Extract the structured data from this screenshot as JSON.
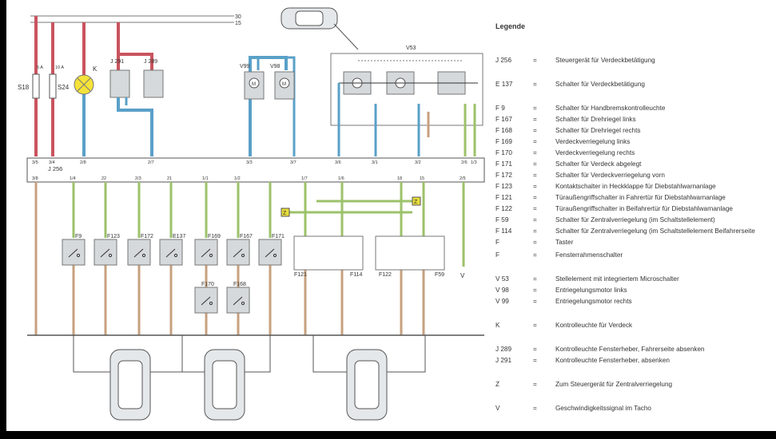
{
  "rails": {
    "top": "30",
    "second": "15"
  },
  "fuses": [
    {
      "id": "S18",
      "rating": "5 A"
    },
    {
      "id": "S24",
      "rating": "10 A"
    }
  ],
  "lamp": "K",
  "relays": [
    "J 291",
    "J 289"
  ],
  "motors": [
    "V99",
    "V98"
  ],
  "module": "V53",
  "control_unit": "J 256",
  "top_pins": [
    "3/5",
    "3/4",
    "2/8",
    "2/7",
    "3/3",
    "3/7",
    "3/6",
    "3/1",
    "3/2",
    "2/6",
    "1/3"
  ],
  "bottom_pins": [
    "3/8",
    "1/4",
    "22",
    "2/3",
    "21",
    "1/1",
    "1/2",
    "1/7",
    "1/6",
    "18",
    "15",
    "2/5"
  ],
  "switches_row1": [
    "F9",
    "F123",
    "F172",
    "E137",
    "F169",
    "F167",
    "F171"
  ],
  "switches_row2": [
    "F170",
    "F168"
  ],
  "door_switches": [
    "F121",
    "F114",
    "F122",
    "F59"
  ],
  "z_label": "Z",
  "v_label": "V",
  "legend": {
    "title": "Legende",
    "items": [
      {
        "code": "J 256",
        "eq": "=",
        "desc": "Steuergerät für Verdeckbetätigung"
      },
      {
        "code": "E 137",
        "eq": "=",
        "desc": "Schalter für Verdeckbetätigung"
      },
      {
        "code": "F 9",
        "eq": "=",
        "desc": "Schalter für Handbremskontrolleuchte"
      },
      {
        "code": "F 167",
        "eq": "=",
        "desc": "Schalter für Drehriegel links"
      },
      {
        "code": "F 168",
        "eq": "=",
        "desc": "Schalter für Drehriegel rechts"
      },
      {
        "code": "F 169",
        "eq": "=",
        "desc": "Verdeckverriegelung links"
      },
      {
        "code": "F 170",
        "eq": "=",
        "desc": "Verdeckverriegelung rechts"
      },
      {
        "code": "F 171",
        "eq": "=",
        "desc": "Schalter für Verdeck abgelegt"
      },
      {
        "code": "F 172",
        "eq": "=",
        "desc": "Schalter für Verdeckverriegelung vorn"
      },
      {
        "code": "F 123",
        "eq": "=",
        "desc": "Kontaktschalter in Heckklappe für Diebstahlwarnanlage"
      },
      {
        "code": "F 121",
        "eq": "=",
        "desc": "Türaußengriffschalter in Fahrertür für Diebstahlwarnanlage"
      },
      {
        "code": "F 122",
        "eq": "=",
        "desc": "Türaußengriffschalter in Beifahrertür für Diebstahlwarnanlage"
      },
      {
        "code": "F 59",
        "eq": "=",
        "desc": "Schalter für Zentralverriegelung (im Schaltstellelement)"
      },
      {
        "code": "F 114",
        "eq": "=",
        "desc": "Schalter für Zentralverriegelung (im Schaltstellelement Beifahrerseite"
      },
      {
        "code": "F",
        "eq": "=",
        "desc": "Taster"
      },
      {
        "code": "F",
        "eq": "=",
        "desc": "Fensterrahmenschalter"
      },
      {
        "code": "V 53",
        "eq": "=",
        "desc": "Stellelement mit integriertem Microschalter"
      },
      {
        "code": "V 98",
        "eq": "=",
        "desc": "Entriegelungsmotor links"
      },
      {
        "code": "V 99",
        "eq": "=",
        "desc": "Entriegelungsmotor rechts"
      },
      {
        "code": "K",
        "eq": "=",
        "desc": "Kontrolleuchte für Verdeck"
      },
      {
        "code": "J 289",
        "eq": "=",
        "desc": "Kontrolleuchte Fensterheber, Fahrerseite absenken"
      },
      {
        "code": "J 291",
        "eq": "=",
        "desc": "Kontrolleuchte Fensterheber, absenken"
      },
      {
        "code": "Z",
        "eq": "=",
        "desc": "Zum Steuergerät für Zentralverriegelung"
      },
      {
        "code": "V",
        "eq": "=",
        "desc": "Geschwindigkeitssignal im Tacho"
      }
    ]
  },
  "colors": {
    "red_wire": "#c9545e",
    "blue_wire": "#5aa0c8",
    "green_wire": "#9cc26a",
    "brown_wire": "#c7a07f",
    "box_fill": "#d5d9db",
    "z_fill": "#e6dc3a",
    "lamp_fill": "#f5e23a"
  }
}
